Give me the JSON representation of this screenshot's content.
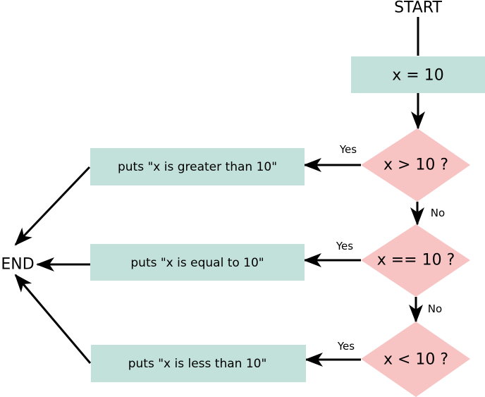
{
  "nodes": {
    "start": "START",
    "assign": "x = 10",
    "cond_greater": "x > 10 ?",
    "cond_equal": "x == 10 ?",
    "cond_less": "x < 10 ?",
    "out_greater": "puts \"x is greater than 10\"",
    "out_equal": "puts \"x is equal to 10\"",
    "out_less": "puts \"x is less than 10\"",
    "end": "END"
  },
  "edges": {
    "yes_1": "Yes",
    "yes_2": "Yes",
    "yes_3": "Yes",
    "no_1": "No",
    "no_2": "No"
  },
  "colors": {
    "process": "#c2e1db",
    "decision": "#f7c4c3"
  }
}
